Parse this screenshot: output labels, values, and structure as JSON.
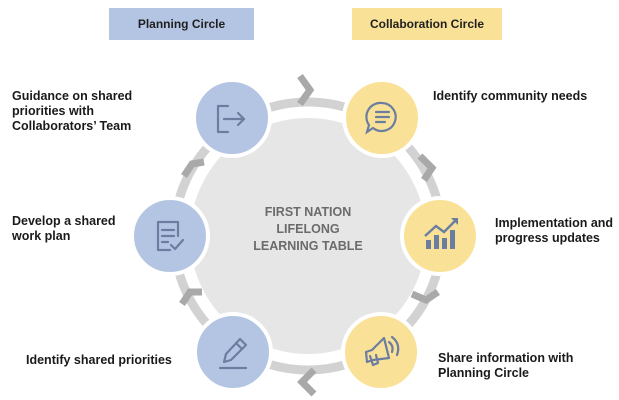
{
  "legend": {
    "planning": "Planning Circle",
    "collaboration": "Collaboration Circle"
  },
  "center": {
    "title": "FIRST NATION\nLIFELONG\nLEARNING TABLE"
  },
  "steps": [
    {
      "label": "Identify community needs",
      "circle": "collaboration",
      "icon": "chat-bubble-icon"
    },
    {
      "label": "Implementation and\nprogress updates",
      "circle": "collaboration",
      "icon": "growth-chart-icon"
    },
    {
      "label": "Share information with\nPlanning Circle",
      "circle": "collaboration",
      "icon": "megaphone-icon"
    },
    {
      "label": "Identify shared priorities",
      "circle": "planning",
      "icon": "pencil-icon"
    },
    {
      "label": "Develop a shared\nwork plan",
      "circle": "planning",
      "icon": "checklist-icon"
    },
    {
      "label": "Guidance on shared\npriorities with\nCollaborators’ Team",
      "circle": "planning",
      "icon": "exit-icon"
    }
  ],
  "colors": {
    "planning": "#b4c5e4",
    "collaboration": "#f9e198",
    "hub": "#e6e6e6",
    "ring": "#cfcfcf",
    "node_border": "#ffffff",
    "icon": "#6b7ea0"
  }
}
